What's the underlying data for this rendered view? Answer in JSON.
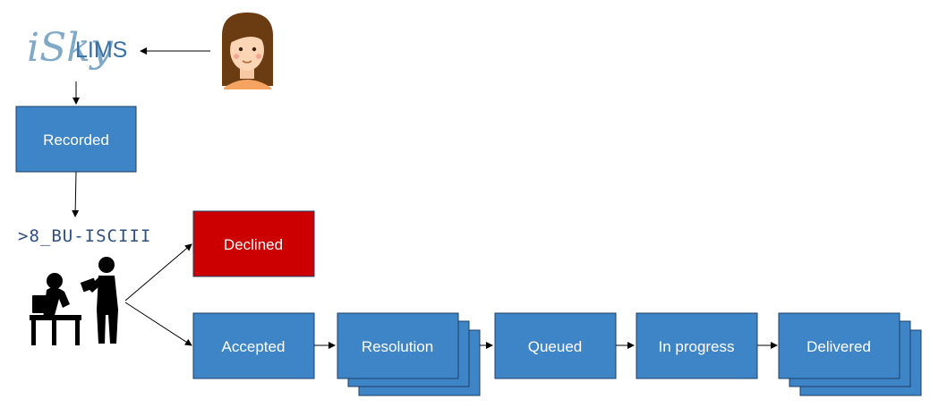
{
  "logos": {
    "isky": "iSky",
    "lims": "LIMS",
    "bu_iscii": ">8_BU-ISCIII"
  },
  "nodes": {
    "recorded": "Recorded",
    "declined": "Declined",
    "accepted": "Accepted",
    "resolution": "Resolution",
    "queued": "Queued",
    "in_progress": "In progress",
    "delivered": "Delivered"
  },
  "colors": {
    "node_blue": "#3d85c6",
    "node_red": "#cc0000",
    "node_border": "#1f3f66",
    "arrow": "#000000"
  },
  "icons": {
    "user": "woman-avatar-icon",
    "staff": "bioinformatics-staff-icon"
  }
}
